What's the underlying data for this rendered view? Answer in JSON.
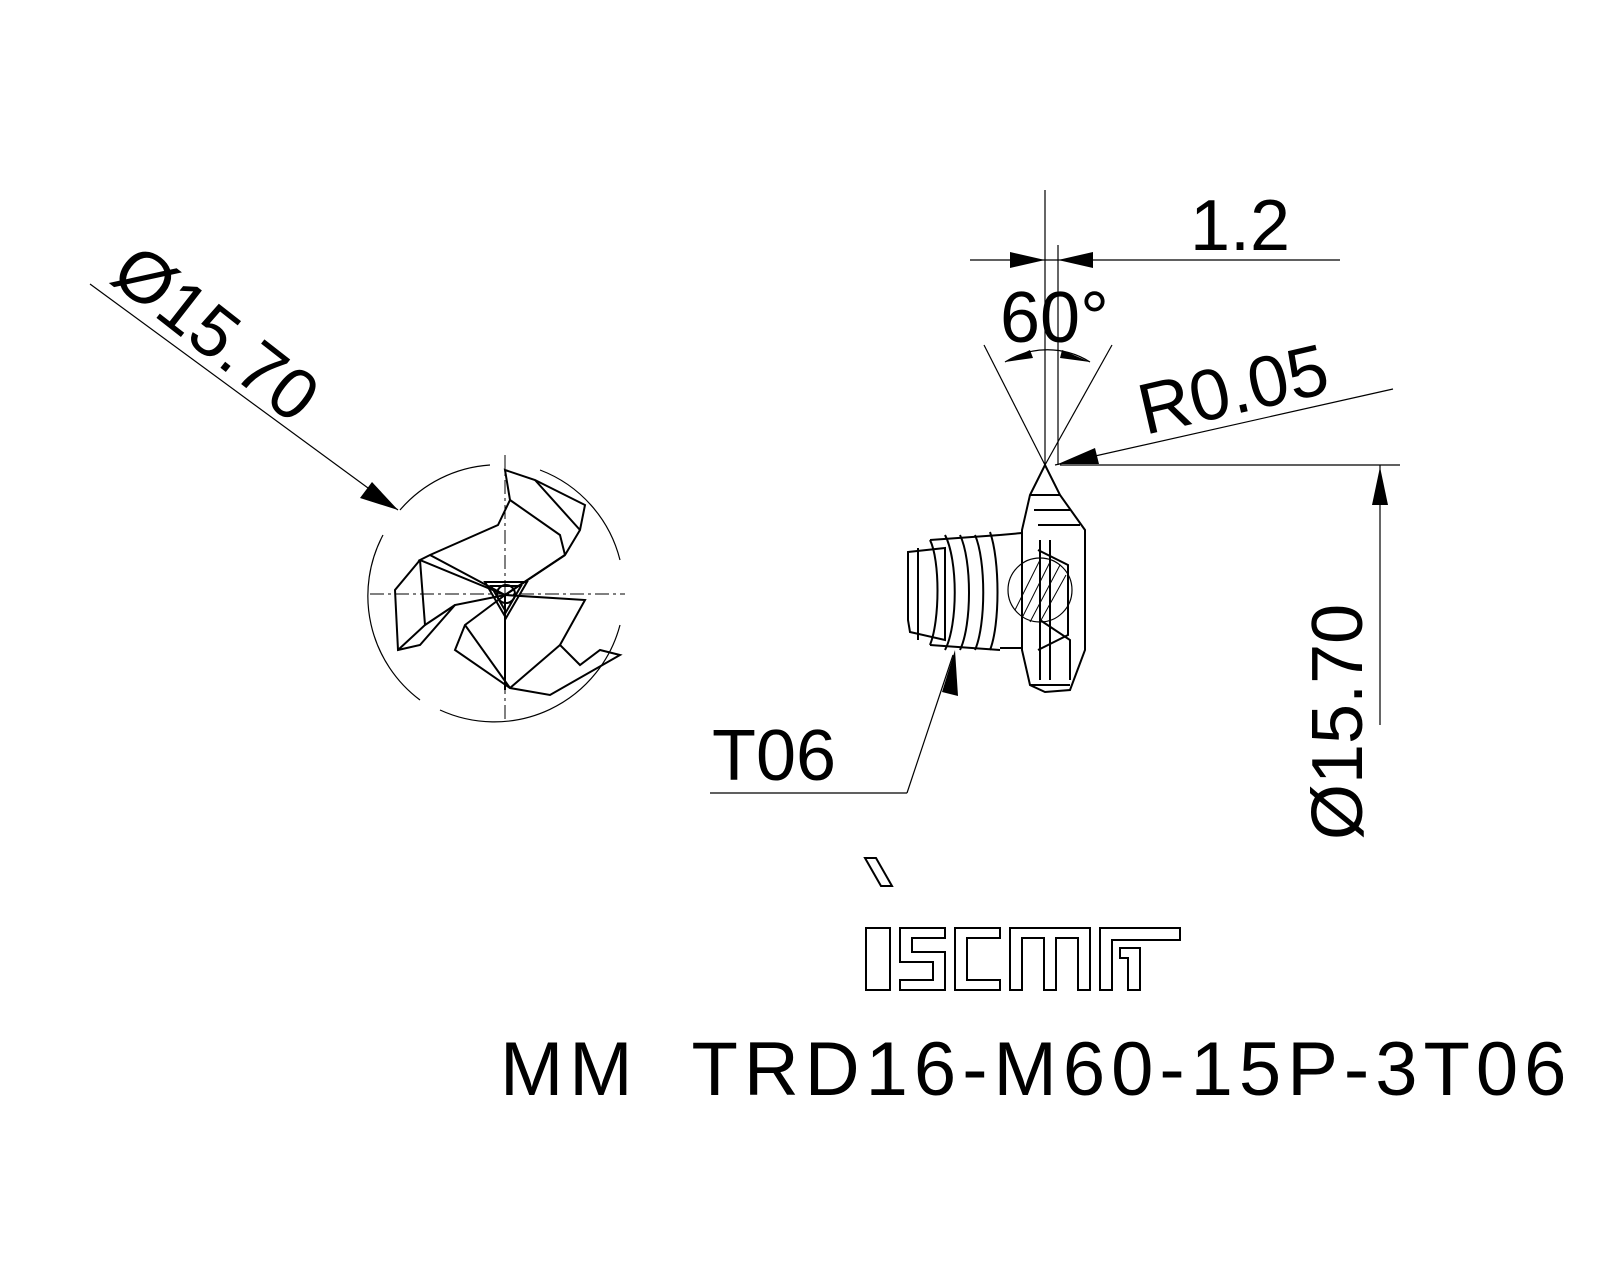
{
  "dimensions": {
    "front_diameter": "Ø15.70",
    "side_diameter": "Ø15.70",
    "tip_width": "1.2",
    "thread_angle": "60°",
    "tip_radius": "R0.05",
    "thread_size": "T06"
  },
  "logo": {
    "brand": "iscar"
  },
  "title": {
    "designation": "MM  TRD16-M60-15P-3T06"
  }
}
